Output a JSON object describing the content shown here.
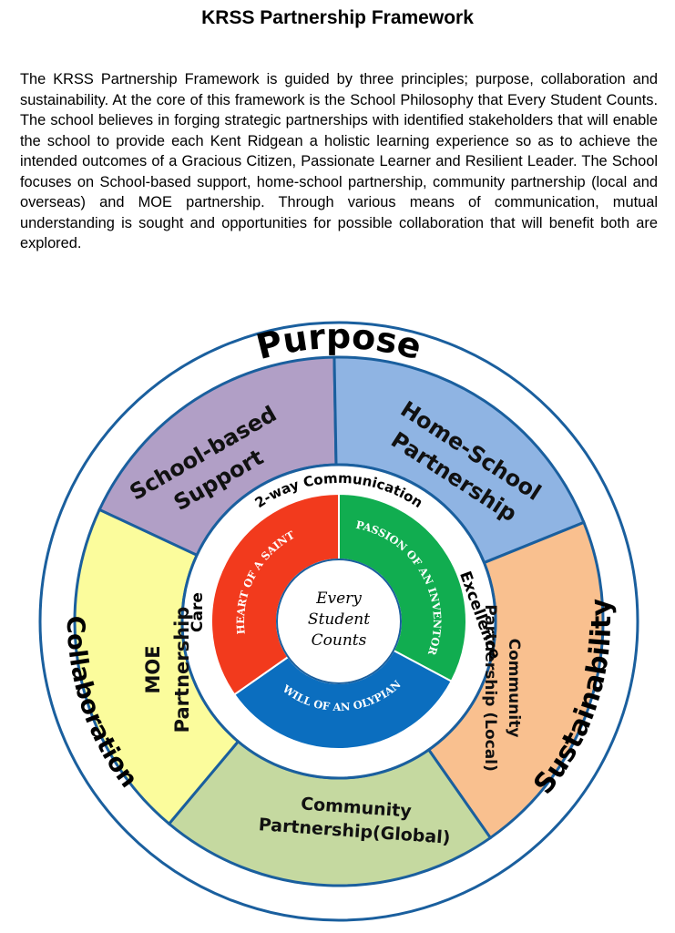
{
  "title": "KRSS Partnership Framework",
  "intro": "The KRSS Partnership Framework is guided by three principles; purpose, collaboration and sustainability. At the core of this framework is the School Philosophy that Every Student Counts. The school believes in forging strategic partnerships with identified stakeholders that will enable the school to provide each Kent Ridgean a holistic learning experience so as to achieve the intended outcomes of a Gracious Citizen, Passionate Learner and Resilient Leader. The School focuses on School-based support, home-school partnership, community partnership (local and overseas) and MOE partnership. Through various means of communication, mutual understanding is sought and opportunities for possible collaboration that will benefit both are explored.",
  "diagram": {
    "principles": {
      "purpose": "Purpose",
      "collaboration": "Collaboration",
      "sustainability": "Sustainability"
    },
    "partnerships": {
      "school_based": [
        "School-based",
        "Support"
      ],
      "home_school": [
        "Home-School",
        "Partnership"
      ],
      "community_local": [
        "Community",
        "Partnership (Local)"
      ],
      "community_global": [
        "Community",
        "Partnership(Global)"
      ],
      "moe": [
        "MOE",
        "Partnership"
      ]
    },
    "ring": {
      "communication": "2-way Communication",
      "care": "Care",
      "excellence": "Excellence"
    },
    "core": {
      "saint": "HEART OF A SAINT",
      "inventor": "PASSION OF AN INVENTOR",
      "olypian": "WILL OF AN OLYPIAN"
    },
    "center": [
      "Every",
      "Student",
      "Counts"
    ],
    "colors": {
      "school_based": "#b19fc6",
      "home_school": "#8fb4e3",
      "community_local": "#f9c08f",
      "community_global": "#c5d9a0",
      "moe": "#fbfc9c",
      "saint": "#f23a1d",
      "inventor": "#11ad50",
      "olypian": "#0b6ebf",
      "outline": "#1a5f9e"
    }
  }
}
